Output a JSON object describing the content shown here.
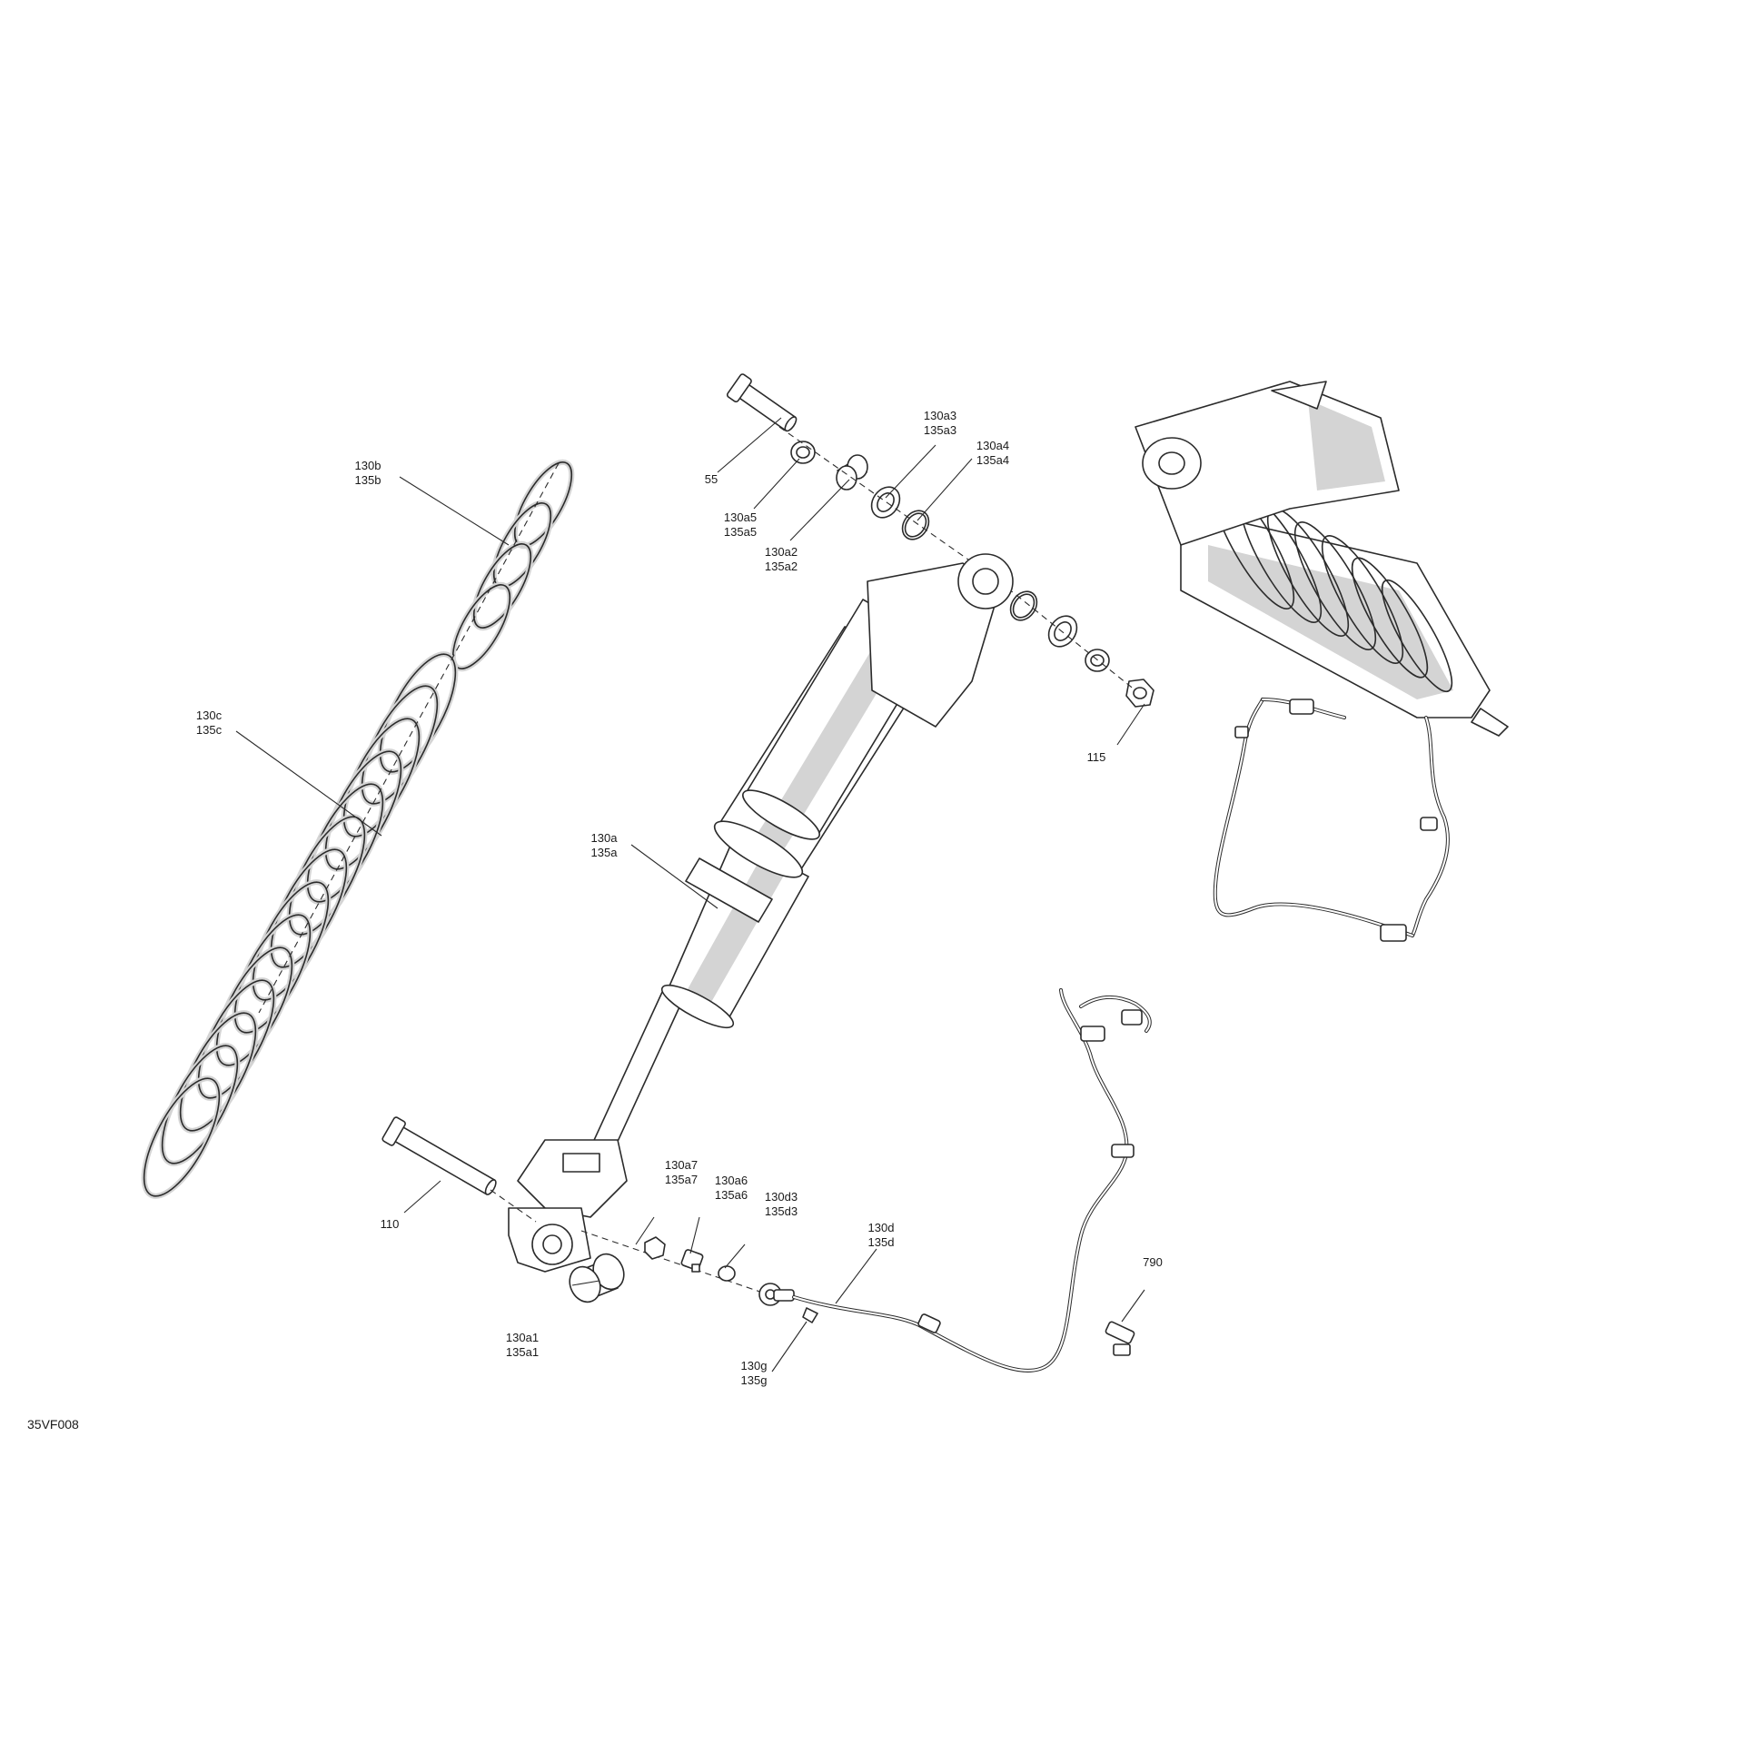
{
  "diagram_code": "35VF008",
  "labels": {
    "p55": "55",
    "p110": "110",
    "p115": "115",
    "p790": "790",
    "p130a": [
      "130a",
      "135a"
    ],
    "p130a1": [
      "130a1",
      "135a1"
    ],
    "p130a2": [
      "130a2",
      "135a2"
    ],
    "p130a3": [
      "130a3",
      "135a3"
    ],
    "p130a4": [
      "130a4",
      "135a4"
    ],
    "p130a5": [
      "130a5",
      "135a5"
    ],
    "p130a6": [
      "130a6",
      "135a6"
    ],
    "p130a7": [
      "130a7",
      "135a7"
    ],
    "p130b": [
      "130b",
      "135b"
    ],
    "p130c": [
      "130c",
      "135c"
    ],
    "p130d": [
      "130d",
      "135d"
    ],
    "p130d3": [
      "130d3",
      "135d3"
    ],
    "p130g": [
      "130g",
      "135g"
    ]
  },
  "colors": {
    "outline": "#2b2b2b",
    "shade": "#d4d4d4",
    "background": "#ffffff"
  }
}
